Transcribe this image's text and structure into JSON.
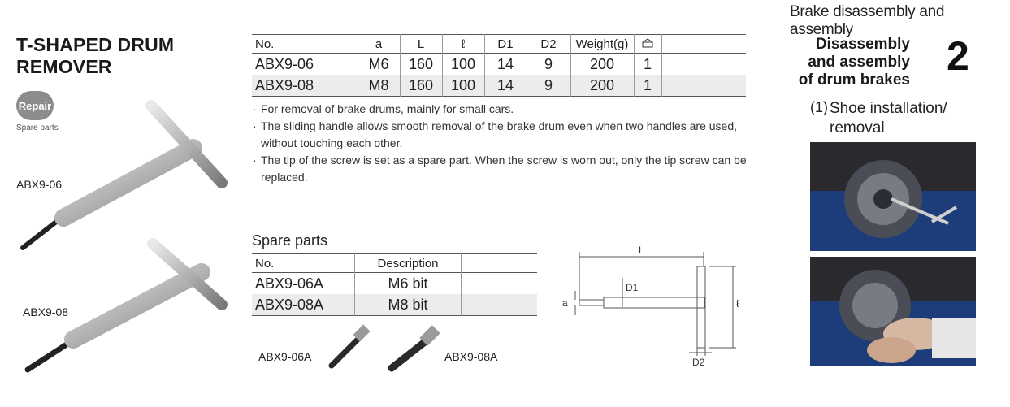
{
  "product": {
    "title_line1": "T-SHAPED DRUM",
    "title_line2": "REMOVER",
    "badge": "Repair",
    "badge_sub": "Spare parts",
    "tool_label_1": "ABX9-06",
    "tool_label_2": "ABX9-08"
  },
  "spec_table": {
    "headers": [
      "No.",
      "a",
      "L",
      "ℓ",
      "D1",
      "D2",
      "Weight(g)",
      "",
      ""
    ],
    "rows": [
      [
        "ABX9-06",
        "M6",
        "160",
        "100",
        "14",
        "9",
        "200",
        "1",
        ""
      ],
      [
        "ABX9-08",
        "M8",
        "160",
        "100",
        "14",
        "9",
        "200",
        "1",
        ""
      ]
    ]
  },
  "notes": [
    "For removal of brake drums, mainly for small cars.",
    "The sliding handle allows smooth removal of the brake drum even when two handles are used, without touching each other.",
    "The tip of the screw is set as a spare part. When the screw is worn out, only the tip screw can be replaced."
  ],
  "spare_parts": {
    "title": "Spare parts",
    "headers": [
      "No.",
      "Description",
      ""
    ],
    "rows": [
      [
        "ABX9-06A",
        "M6 bit",
        ""
      ],
      [
        "ABX9-08A",
        "M8 bit",
        ""
      ]
    ],
    "bit_label_1": "ABX9-06A",
    "bit_label_2": "ABX9-08A"
  },
  "diagram": {
    "label_L": "L",
    "label_D1": "D1",
    "label_a": "a",
    "label_l": "ℓ",
    "label_D2": "D2"
  },
  "section": {
    "header": "Brake disassembly and assembly",
    "chapter_line1": "Disassembly",
    "chapter_line2": "and assembly",
    "chapter_line3": "of drum brakes",
    "chapter_number": "2",
    "sub_number": "(1)",
    "sub_title_line1": "Shoe installation/",
    "sub_title_line2": "removal"
  },
  "icons": {
    "qty_icon": "box-quantity-icon"
  }
}
